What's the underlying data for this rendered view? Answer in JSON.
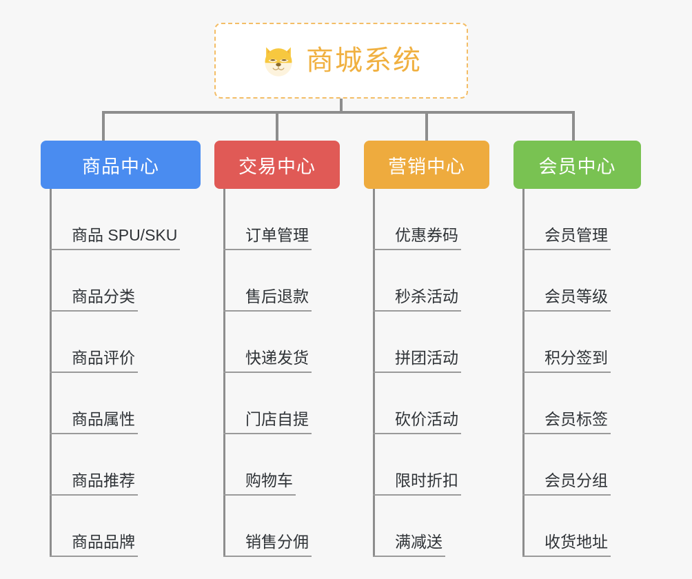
{
  "background_color": "#f7f7f7",
  "connector_color": "#8d8d8d",
  "root": {
    "icon": "shiba-inu-dog-face-emoji",
    "title": "商城系统",
    "text_color": "#f0b040",
    "border_color": "#f3bd66",
    "background": "#ffffff"
  },
  "categories": [
    {
      "label": "商品中心",
      "color": "#4a8cf0",
      "items": [
        "商品 SPU/SKU",
        "商品分类",
        "商品评价",
        "商品属性",
        "商品推荐",
        "商品品牌"
      ]
    },
    {
      "label": "交易中心",
      "color": "#e05a56",
      "items": [
        "订单管理",
        "售后退款",
        "快递发货",
        "门店自提",
        "购物车",
        "销售分佣"
      ]
    },
    {
      "label": "营销中心",
      "color": "#eeab3e",
      "items": [
        "优惠券码",
        "秒杀活动",
        "拼团活动",
        "砍价活动",
        "限时折扣",
        "满减送"
      ]
    },
    {
      "label": "会员中心",
      "color": "#79c252",
      "items": [
        "会员管理",
        "会员等级",
        "积分签到",
        "会员标签",
        "会员分组",
        "收货地址"
      ]
    }
  ]
}
